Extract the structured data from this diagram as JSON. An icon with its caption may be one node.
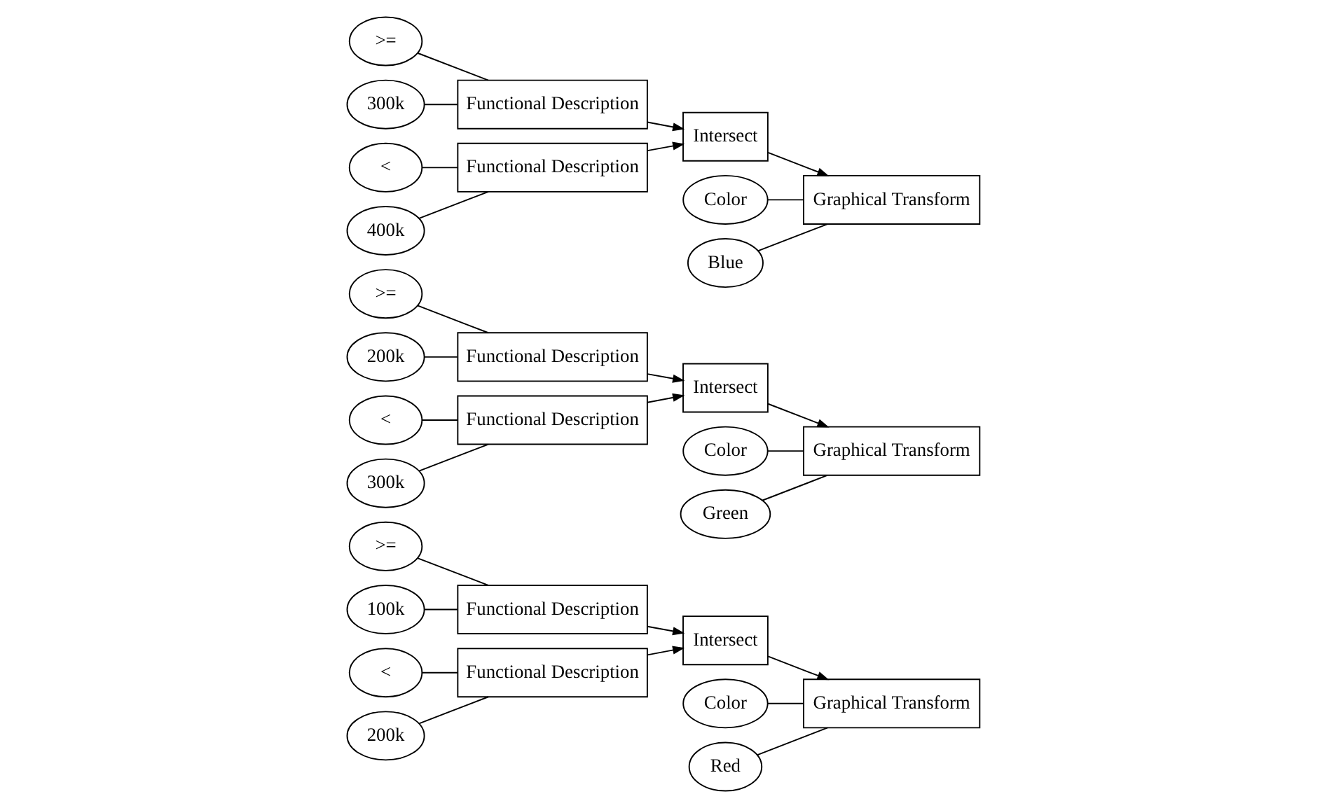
{
  "diagram": {
    "nodes": [
      {
        "text": [
          ">="
        ]
      },
      {
        "text": [
          "100k"
        ]
      },
      {
        "text": [
          "Functional Description"
        ]
      },
      {
        "text": [
          "Color"
        ]
      },
      {
        "text": [
          "Red"
        ]
      },
      {
        "text": [
          "Intersect"
        ]
      },
      {
        "text": [
          "Graphical Transform"
        ]
      },
      {
        "text": [
          "Functional Description"
        ]
      },
      {
        "text": [
          "<"
        ]
      },
      {
        "text": [
          "200k"
        ]
      },
      {
        "text": [
          ">="
        ]
      },
      {
        "text": [
          "200k"
        ]
      },
      {
        "text": [
          "Functional Description"
        ]
      },
      {
        "text": [
          "Color"
        ]
      },
      {
        "text": [
          "Green"
        ]
      },
      {
        "text": [
          "Intersect"
        ]
      },
      {
        "text": [
          "Graphical Transform"
        ]
      },
      {
        "text": [
          "Functional Description"
        ]
      },
      {
        "text": [
          "<"
        ]
      },
      {
        "text": [
          "300k"
        ]
      },
      {
        "text": [
          ">="
        ]
      },
      {
        "text": [
          "300k"
        ]
      },
      {
        "text": [
          "Functional Description"
        ]
      },
      {
        "text": [
          "Color"
        ]
      },
      {
        "text": [
          "Blue"
        ]
      },
      {
        "text": [
          "Intersect"
        ]
      },
      {
        "text": [
          "Graphical Transform"
        ]
      },
      {
        "text": [
          "Functional Description"
        ]
      },
      {
        "text": [
          "<"
        ]
      },
      {
        "text": [
          "400k"
        ]
      }
    ],
    "edges": [
      {
        "from": 0,
        "to": 2,
        "arrow": "none"
      },
      {
        "from": 1,
        "to": 2,
        "arrow": "none"
      },
      {
        "from": 2,
        "to": 5,
        "arrow": "to"
      },
      {
        "from": 7,
        "to": 5,
        "arrow": "to"
      },
      {
        "from": 5,
        "to": 6,
        "arrow": "to"
      },
      {
        "from": 3,
        "to": 6,
        "arrow": "none"
      },
      {
        "from": 4,
        "to": 6,
        "arrow": "none"
      },
      {
        "from": 8,
        "to": 7,
        "arrow": "none"
      },
      {
        "from": 9,
        "to": 7,
        "arrow": "none"
      },
      {
        "from": 10,
        "to": 12,
        "arrow": "none"
      },
      {
        "from": 11,
        "to": 12,
        "arrow": "none"
      },
      {
        "from": 12,
        "to": 15,
        "arrow": "to"
      },
      {
        "from": 17,
        "to": 15,
        "arrow": "to"
      },
      {
        "from": 15,
        "to": 16,
        "arrow": "to"
      },
      {
        "from": 13,
        "to": 16,
        "arrow": "none"
      },
      {
        "from": 14,
        "to": 16,
        "arrow": "none"
      },
      {
        "from": 18,
        "to": 17,
        "arrow": "none"
      },
      {
        "from": 19,
        "to": 17,
        "arrow": "none"
      },
      {
        "from": 20,
        "to": 22,
        "arrow": "none"
      },
      {
        "from": 21,
        "to": 22,
        "arrow": "none"
      },
      {
        "from": 22,
        "to": 25,
        "arrow": "to"
      },
      {
        "from": 27,
        "to": 25,
        "arrow": "to"
      },
      {
        "from": 25,
        "to": 26,
        "arrow": "to"
      },
      {
        "from": 23,
        "to": 26,
        "arrow": "none"
      },
      {
        "from": 24,
        "to": 26,
        "arrow": "none"
      },
      {
        "from": 28,
        "to": 27,
        "arrow": "none"
      },
      {
        "from": 29,
        "to": 27,
        "arrow": "none"
      }
    ]
  }
}
